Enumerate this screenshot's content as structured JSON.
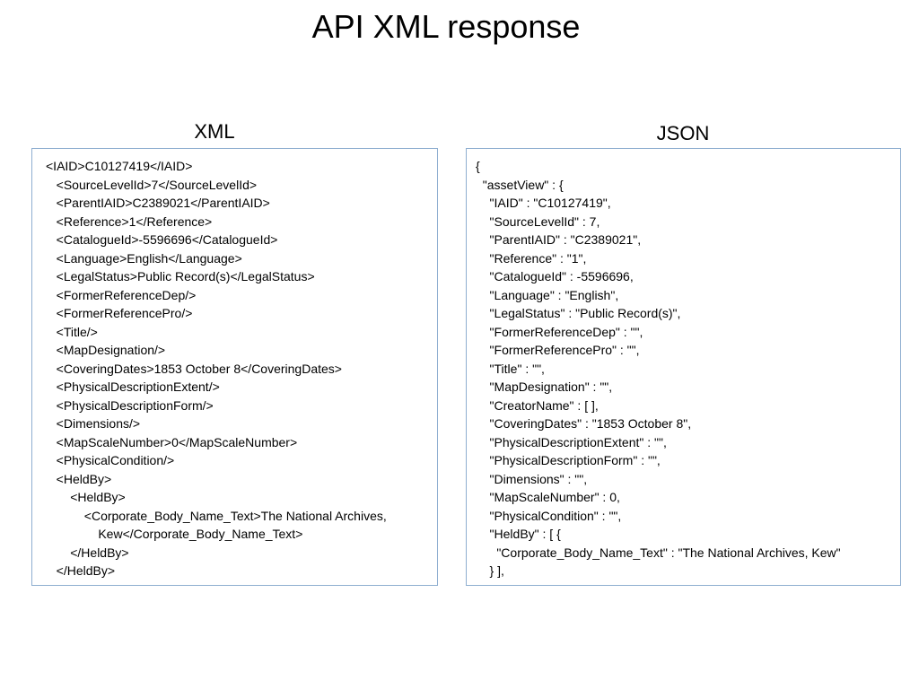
{
  "title": "API XML response",
  "xml_panel": {
    "heading": "XML",
    "lines": [
      "<IAID>C10127419</IAID>",
      "   <SourceLevelId>7</SourceLevelId>",
      "   <ParentIAID>C2389021</ParentIAID>",
      "   <Reference>1</Reference>",
      "   <CatalogueId>-5596696</CatalogueId>",
      "   <Language>English</Language>",
      "   <LegalStatus>Public Record(s)</LegalStatus>",
      "   <FormerReferenceDep/>",
      "   <FormerReferencePro/>",
      "   <Title/>",
      "   <MapDesignation/>",
      "   <CoveringDates>1853 October 8</CoveringDates>",
      "   <PhysicalDescriptionExtent/>",
      "   <PhysicalDescriptionForm/>",
      "   <Dimensions/>",
      "   <MapScaleNumber>0</MapScaleNumber>",
      "   <PhysicalCondition/>",
      "   <HeldBy>",
      "       <HeldBy>",
      "           <Corporate_Body_Name_Text>The National Archives,",
      "               Kew</Corporate_Body_Name_Text>",
      "       </HeldBy>",
      "   </HeldBy>"
    ]
  },
  "json_panel": {
    "heading": "JSON",
    "lines": [
      "{",
      "  \"assetView\" : {",
      "    \"IAID\" : \"C10127419\",",
      "    \"SourceLevelId\" : 7,",
      "    \"ParentIAID\" : \"C2389021\",",
      "    \"Reference\" : \"1\",",
      "    \"CatalogueId\" : -5596696,",
      "    \"Language\" : \"English\",",
      "    \"LegalStatus\" : \"Public Record(s)\",",
      "    \"FormerReferenceDep\" : \"\",",
      "    \"FormerReferencePro\" : \"\",",
      "    \"Title\" : \"\",",
      "    \"MapDesignation\" : \"\",",
      "    \"CreatorName\" : [ ],",
      "    \"CoveringDates\" : \"1853 October 8\",",
      "    \"PhysicalDescriptionExtent\" : \"\",",
      "    \"PhysicalDescriptionForm\" : \"\",",
      "    \"Dimensions\" : \"\",",
      "    \"MapScaleNumber\" : 0,",
      "    \"PhysicalCondition\" : \"\",",
      "    \"HeldBy\" : [ {",
      "      \"Corporate_Body_Name_Text\" : \"The National Archives, Kew\"",
      "    } ],"
    ]
  },
  "colors": {
    "box_border": "#8eaed0",
    "text": "#000000",
    "background": "#ffffff"
  }
}
